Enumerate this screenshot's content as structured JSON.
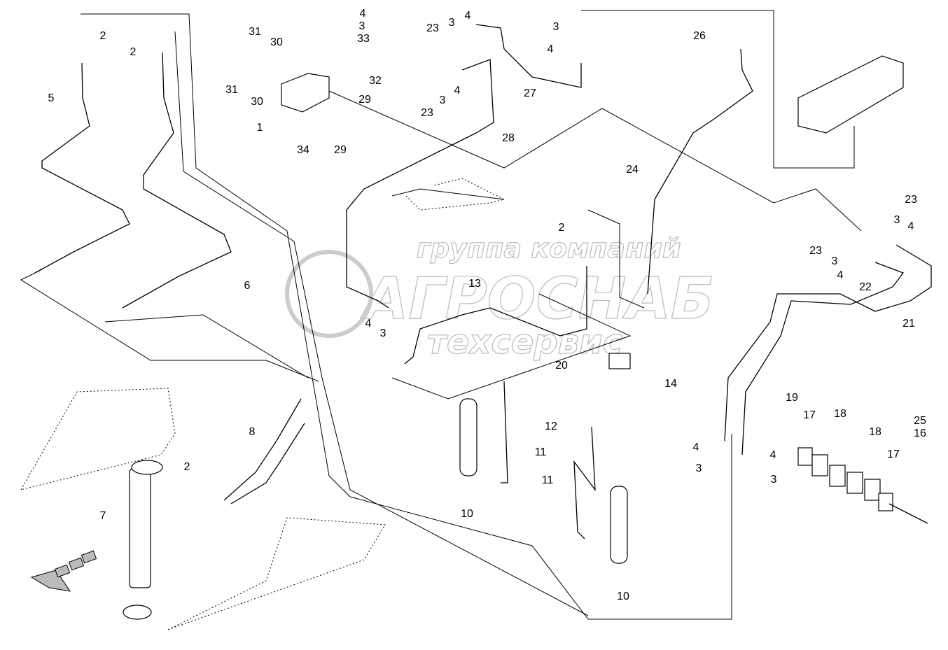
{
  "diagram": {
    "part_labels": [
      "2",
      "2",
      "5",
      "6",
      "31",
      "30",
      "31",
      "30",
      "1",
      "34",
      "29",
      "29",
      "4",
      "3",
      "33",
      "32",
      "23",
      "3",
      "4",
      "4",
      "3",
      "23",
      "28",
      "27",
      "3",
      "4",
      "26",
      "24",
      "23",
      "3",
      "4",
      "23",
      "3",
      "4",
      "22",
      "21",
      "2",
      "13",
      "4",
      "3",
      "14",
      "20",
      "12",
      "11",
      "11",
      "10",
      "10",
      "8",
      "2",
      "7",
      "19",
      "17",
      "18",
      "18",
      "17",
      "25",
      "16",
      "4",
      "3",
      "4",
      "3"
    ],
    "colors": {
      "line": "#000000",
      "watermark": "#bbbbbb",
      "background": "#ffffff"
    }
  },
  "watermark": {
    "line1": "группа компаний",
    "line2": "АГРОСНАБ",
    "line3": "техсервис"
  }
}
